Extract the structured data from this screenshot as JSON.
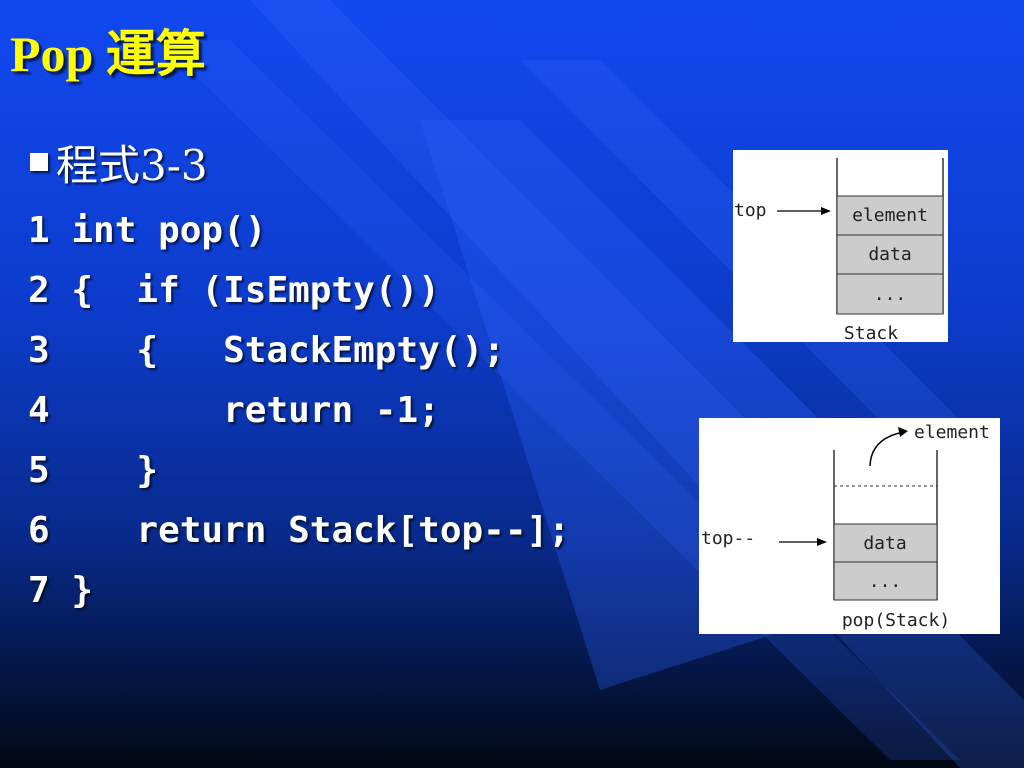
{
  "title": "Pop 運算",
  "bullet": {
    "icon": "square-bullet-icon",
    "text": "程式3-3"
  },
  "code_lines": [
    {
      "num": "1",
      "text": "int pop()"
    },
    {
      "num": "2",
      "text": "{  if (IsEmpty())"
    },
    {
      "num": "3",
      "text": "   {   StackEmpty();"
    },
    {
      "num": "4",
      "text": "       return -1;"
    },
    {
      "num": "5",
      "text": "   }"
    },
    {
      "num": "6",
      "text": "   return Stack[top--];"
    },
    {
      "num": "7",
      "text": "}"
    }
  ],
  "figure1": {
    "pointer_label": "top",
    "cells": [
      "element",
      "data",
      "..."
    ],
    "caption": "Stack"
  },
  "figure2": {
    "popped_label": "element",
    "pointer_label": "top--",
    "cells": [
      "data",
      "..."
    ],
    "caption": "pop(Stack)"
  },
  "colors": {
    "title": "#ffff00",
    "text": "#ffffff",
    "background_top": "#1148f0",
    "background_bottom": "#020814",
    "cell_fill": "#cccccc"
  }
}
